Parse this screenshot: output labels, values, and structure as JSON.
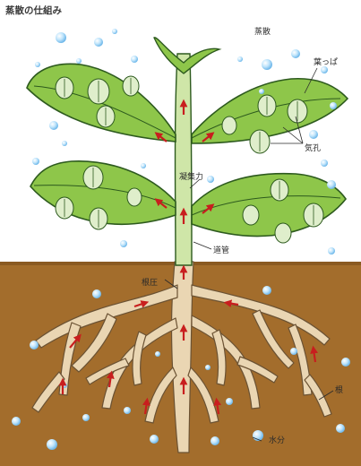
{
  "title": "蒸散の仕組み",
  "labels": {
    "transpiration": "蒸散",
    "leaf": "葉っぱ",
    "stomata": "気孔",
    "cohesion": "凝集力",
    "vessel": "道管",
    "root_pressure": "根圧",
    "root": "根",
    "water": "水分"
  },
  "colors": {
    "leaf": "#8ec64a",
    "leaf_outline": "#2d5a1e",
    "stem": "#cfe6a8",
    "soil": "#a36d2c",
    "root": "#ead6b3",
    "arrow": "#c81e1e",
    "droplet": "#9fd3f5"
  }
}
